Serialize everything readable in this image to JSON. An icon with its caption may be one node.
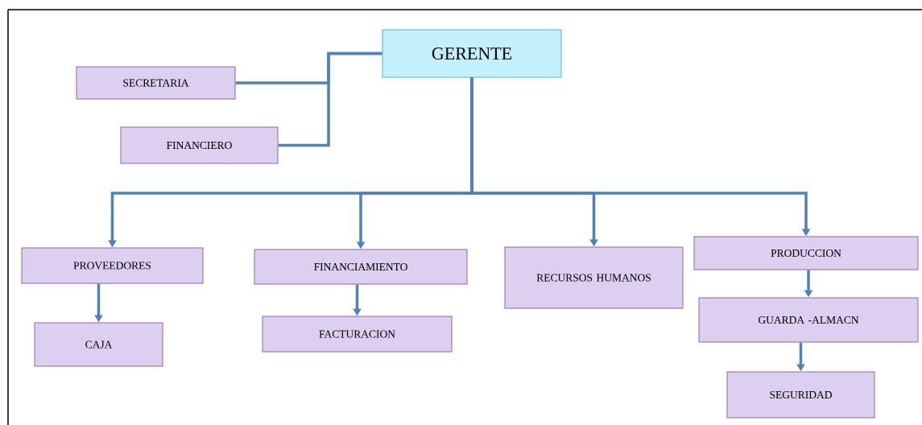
{
  "diagram": {
    "nodes": [
      {
        "text": [
          "GERENTE"
        ]
      },
      {
        "text": [
          "SECRETARIA"
        ]
      },
      {
        "text": [
          "FINANCIERO"
        ]
      },
      {
        "text": [
          "PROVEEDORES"
        ]
      },
      {
        "text": [
          "FINANCIAMIENTO"
        ]
      },
      {
        "text": [
          "RECURSOS HUMANOS"
        ]
      },
      {
        "text": [
          "PRODUCCION"
        ]
      },
      {
        "text": [
          "CAJA"
        ]
      },
      {
        "text": [
          "FACTURACION"
        ]
      },
      {
        "text": [
          "GUARDA -ALMACN"
        ]
      },
      {
        "text": [
          "SEGURIDAD"
        ]
      }
    ],
    "edges": [
      {
        "from": 0,
        "to": 1,
        "arrow": "none"
      },
      {
        "from": 0,
        "to": 2,
        "arrow": "none"
      },
      {
        "from": 0,
        "to": 3,
        "arrow": "to"
      },
      {
        "from": 0,
        "to": 4,
        "arrow": "to"
      },
      {
        "from": 0,
        "to": 5,
        "arrow": "to"
      },
      {
        "from": 0,
        "to": 6,
        "arrow": "to"
      },
      {
        "from": 3,
        "to": 7,
        "arrow": "to"
      },
      {
        "from": 4,
        "to": 8,
        "arrow": "to"
      },
      {
        "from": 6,
        "to": 9,
        "arrow": "to"
      },
      {
        "from": 9,
        "to": 10,
        "arrow": "to"
      }
    ]
  }
}
